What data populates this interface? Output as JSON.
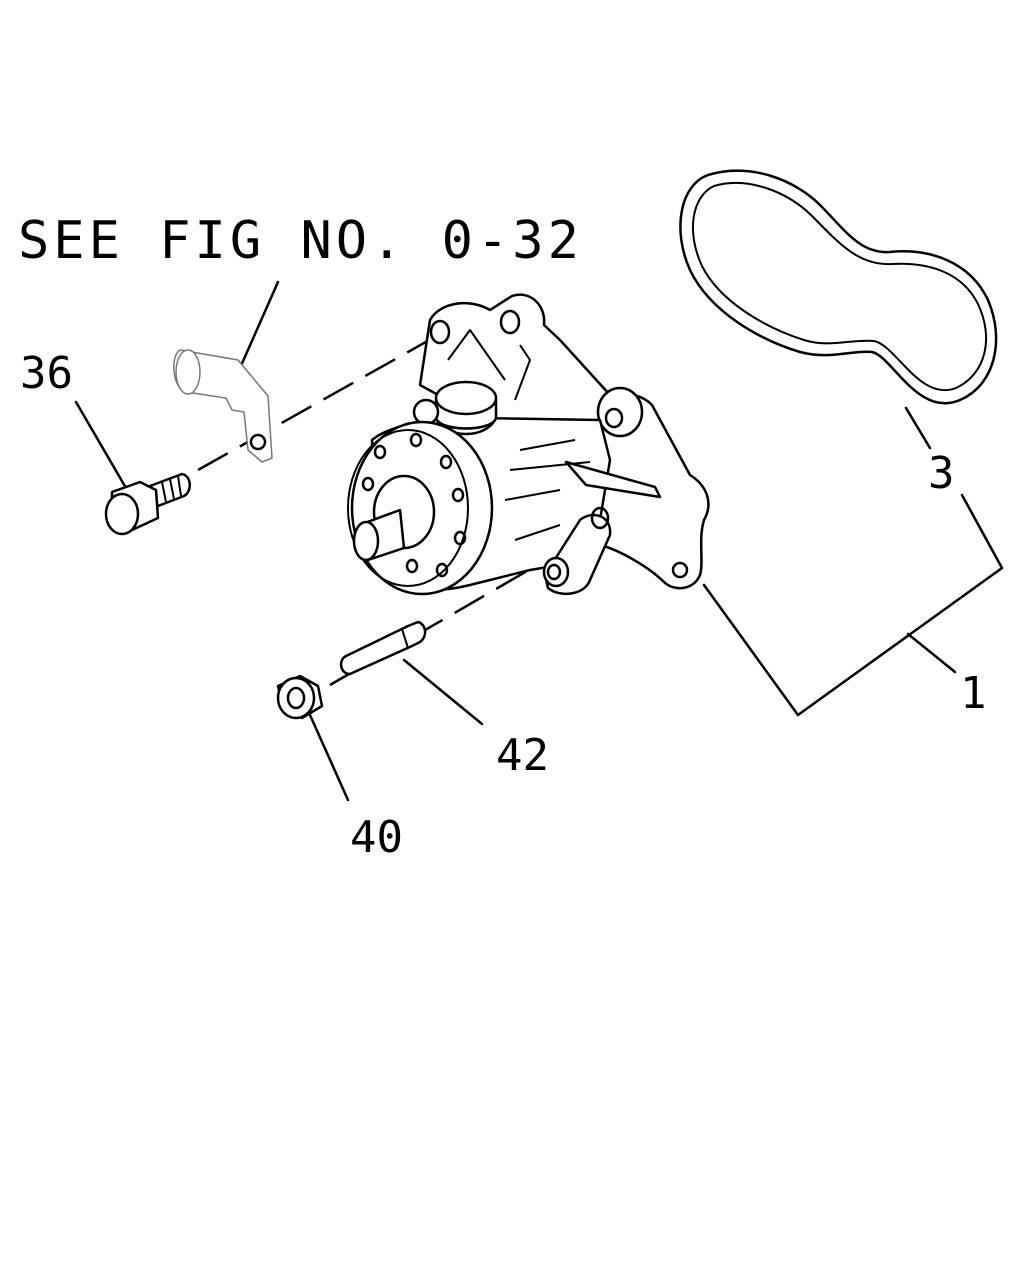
{
  "header": {
    "reference": "SEE FIG NO. 0-32"
  },
  "callouts": {
    "c1": "1",
    "c3": "3",
    "c36": "36",
    "c40": "40",
    "c42": "42"
  }
}
